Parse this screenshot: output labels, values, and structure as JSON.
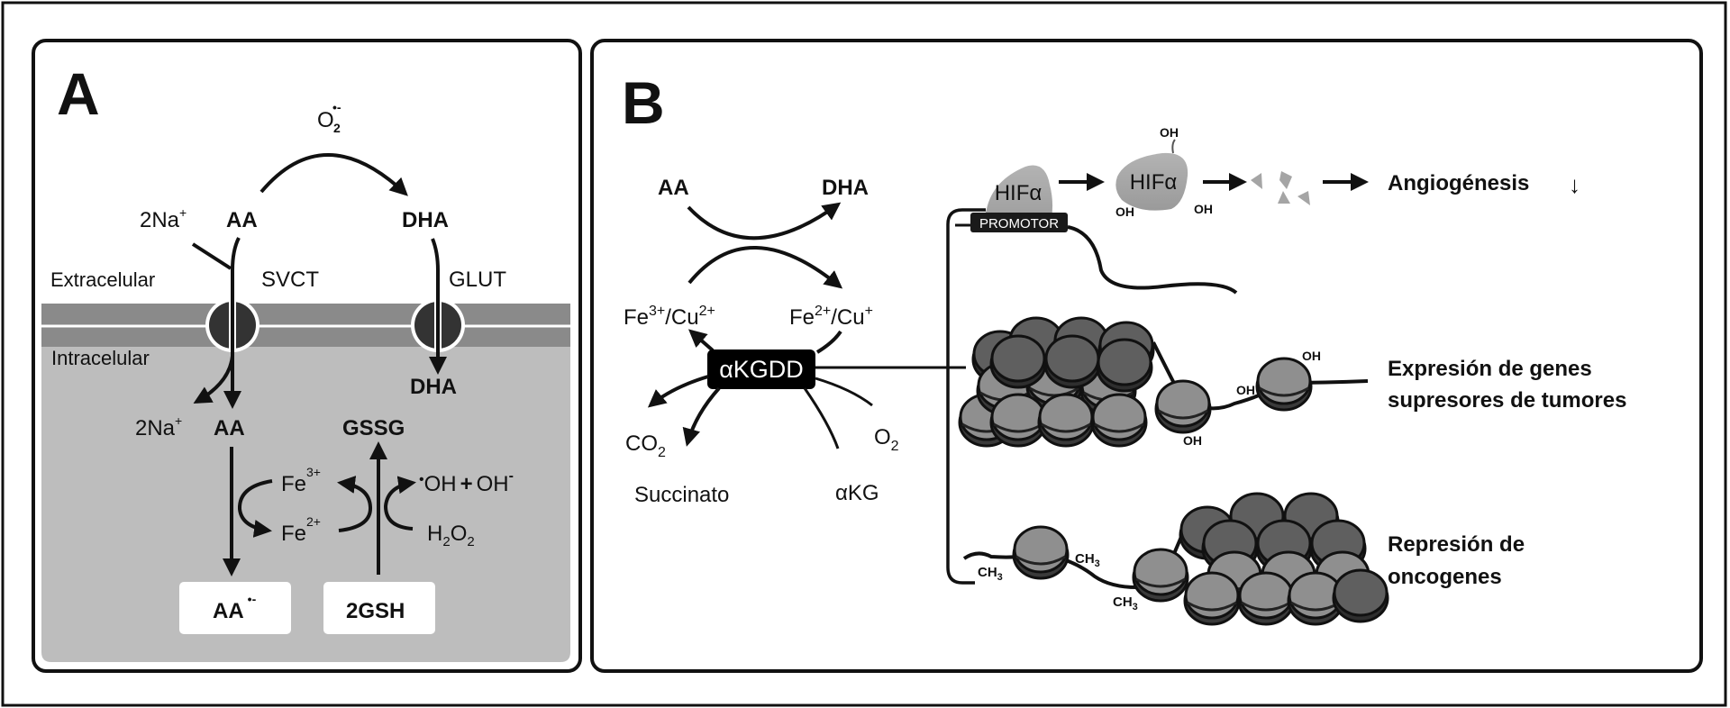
{
  "panel_a": {
    "label": "A",
    "top_reaction": {
      "oxidant": "O",
      "oxidant_sub": "2",
      "oxidant_charge": "•-",
      "reactant": "AA",
      "product": "DHA"
    },
    "sodium_out": {
      "text": "2Na",
      "charge": "+"
    },
    "compartments": {
      "outside": "Extracelular",
      "inside": "Intracelular"
    },
    "transporters": [
      {
        "name": "SVCT"
      },
      {
        "name": "GLUT"
      }
    ],
    "inside": {
      "sodium_in": {
        "text": "2Na",
        "charge": "+"
      },
      "aa": "AA",
      "dha": "DHA",
      "gssg": "GSSG",
      "fe3": {
        "text": "Fe",
        "charge": "3+"
      },
      "fe2": {
        "text": "Fe",
        "charge": "2+"
      },
      "hydroxyl": {
        "radical_dot": "•",
        "text": "OH",
        "plus": "+",
        "ion": "OH",
        "ion_charge": "-"
      },
      "peroxide": {
        "h": "H",
        "h_sub": "2",
        "o": "O",
        "o_sub": "2"
      },
      "box_ascorbyl": {
        "text": "AA",
        "charge": "•-"
      },
      "box_gsh": "2GSH"
    }
  },
  "panel_b": {
    "label": "B",
    "reaction": {
      "reactant": "AA",
      "product": "DHA"
    },
    "metal_oxidized": {
      "fe": "Fe",
      "fe_charge": "3+",
      "cu": "/Cu",
      "cu_charge": "2+"
    },
    "metal_reduced": {
      "fe": "Fe",
      "fe_charge": "2+",
      "cu": "/Cu",
      "cu_charge": "+"
    },
    "enzyme": "αKGDD",
    "co2": {
      "text": "CO",
      "sub": "2"
    },
    "o2": {
      "text": "O",
      "sub": "2"
    },
    "succinate": "Succinato",
    "akg": "αKG",
    "hif": {
      "protein": "HIFα",
      "promoter": "PROMOTOR",
      "hydroxyl": "OH"
    },
    "outcomes": {
      "angiogenesis": "Angiogénesis",
      "angiogenesis_trend": "↓",
      "tumor_suppressors_line1": "Expresión de genes",
      "tumor_suppressors_line2": "supresores de tumores",
      "oncogenes_line1": "Represión de",
      "oncogenes_line2": "oncogenes"
    },
    "methyl": {
      "text": "CH",
      "sub": "3"
    }
  },
  "colors": {
    "ink": "#111111",
    "cytoplasm": "#bdbdbd",
    "membrane": "#8a8a8a",
    "transporter": "#333333",
    "hif": "#a9a9a9",
    "nucleosome_dark": "#6e6e6e",
    "nucleosome_light": "#9a9a9a",
    "enzyme_box": "#000000"
  }
}
